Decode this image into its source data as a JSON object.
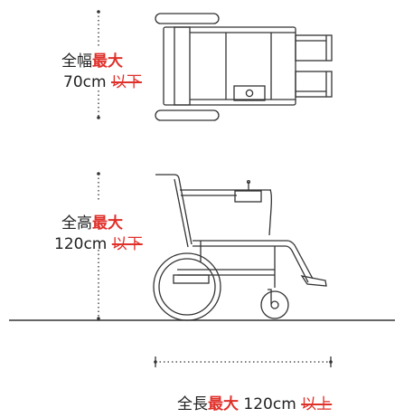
{
  "colors": {
    "line": "#333333",
    "accent": "#e0302a",
    "background": "#ffffff"
  },
  "width_label": {
    "prefix": "全幅",
    "emphasis": "最大",
    "value": "70cm",
    "struck": "以下"
  },
  "height_label": {
    "prefix": "全高",
    "emphasis": "最大",
    "value": "120cm",
    "struck": "以下"
  },
  "length_label": {
    "prefix": "全長",
    "emphasis": "最大",
    "value": "120cm",
    "struck": "以上"
  }
}
